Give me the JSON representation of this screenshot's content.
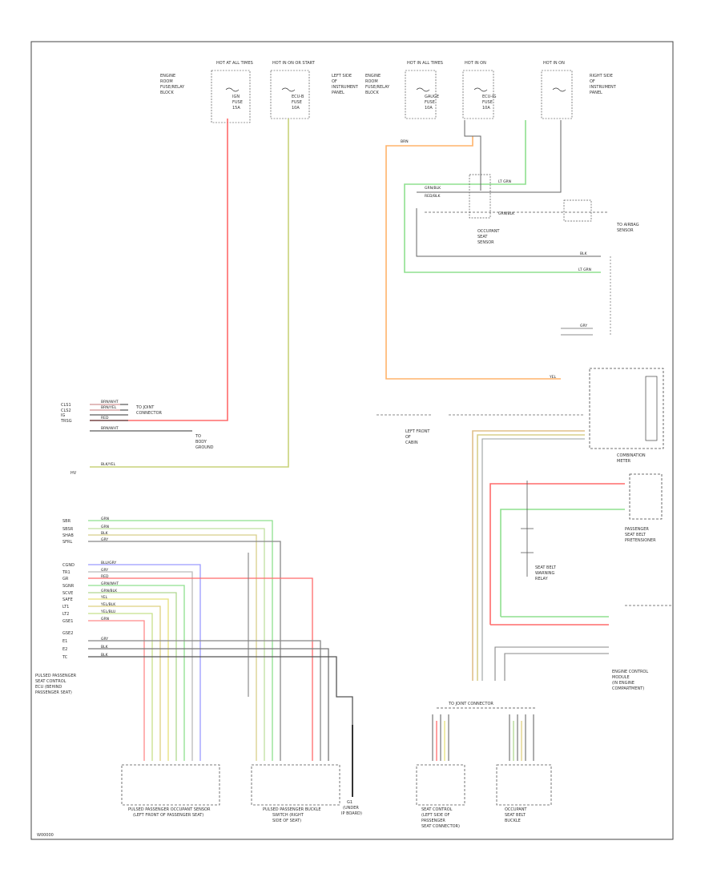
{
  "diagram": {
    "footer_code": "W00000",
    "hot_labels": [
      "HOT AT ALL TIMES",
      "HOT IN ON OR START",
      "HOT IN ALL TIMES",
      "HOT IN ON",
      "HOT IN ON"
    ],
    "fuse_labels": [
      [
        "ENGINE",
        "ROOM",
        "FUSE/RELAY",
        "BLOCK"
      ],
      [
        "IGN",
        "FUSE",
        "15A"
      ],
      [
        "ECU-B",
        "FUSE",
        "10A"
      ],
      [
        "GAUGE",
        "FUSE",
        "10A"
      ],
      [
        "ECU-IG",
        "FUSE",
        "10A"
      ]
    ],
    "top_notes": [
      [
        "LEFT SIDE",
        "OF",
        "INSTRUMENT",
        "PANEL"
      ],
      [
        "ENGINE",
        "ROOM",
        "FUSE/RELAY",
        "BLOCK"
      ],
      [
        "RIGHT SIDE",
        "OF",
        "INSTRUMENT",
        "PANEL"
      ]
    ],
    "left_connector": {
      "pins": [
        "CLS1",
        "CLS2",
        "IG",
        "TRSG",
        "HV"
      ],
      "wires": [
        "BRN/WHT",
        "BRN/YEL",
        "RED",
        "BRN/WHT",
        "BLK/YEL"
      ],
      "note": [
        "TO JOINT",
        "CONNECTOR"
      ],
      "note2": [
        "TO",
        "BODY",
        "GROUND"
      ]
    },
    "left_ecu_pins": [
      "SBR",
      "SBSR",
      "SHAB",
      "SFRL",
      "CGND",
      "TR1",
      "GR",
      "SGNR",
      "SCVE",
      "SAFE",
      "LT1",
      "LT2",
      "GSE1",
      "GSE2",
      "E1",
      "E2",
      "TC"
    ],
    "left_ecu_wires": [
      "GRN",
      "GRN",
      "BLK",
      "GRY",
      "BLU/GRY",
      "GRY",
      "RED",
      "GRN/WHT",
      "GRN/BLK",
      "YEL",
      "YEL/BLK",
      "YEL/BLU",
      "GRN",
      "GRY",
      "BLK",
      "BLK"
    ],
    "left_ecu_name": [
      "PULSED PASSENGER",
      "SEAT CONTROL",
      "ECU (BEHIND",
      "PASSENGER SEAT)"
    ],
    "bottom_components": [
      [
        "PULSED PASSENGER OCCUPANT SENSOR",
        "(LEFT FRONT OF PASSENGER SEAT)"
      ],
      [
        "PULSED PASSENGER BUCKLE",
        "SWITCH (RIGHT",
        "SIDE OF SEAT)"
      ],
      [
        "G1",
        "(UNDER",
        "IP BOARD)"
      ],
      [
        "SEAT CONTROL",
        "(LEFT SIDE OF",
        "PASSENGER",
        "SEAT CONNECTOR)"
      ],
      [
        "OCCUPANT",
        "SEAT BELT",
        "BUCKLE"
      ]
    ],
    "right_components": [
      [
        "OCCUPANT",
        "SEAT",
        "SENSOR"
      ],
      [
        "TO AIRBAG",
        "SENSOR"
      ],
      [
        "COMBINATION",
        "METER"
      ],
      [
        "PASSENGER",
        "SEAT BELT",
        "PRETENSIONER"
      ],
      [
        "ENGINE CONTROL",
        "MODULE",
        "(IN ENGINE",
        "COMPARTMENT)"
      ],
      [
        "SEAT BELT",
        "WARNING",
        "RELAY"
      ],
      [
        "LEFT FRONT",
        "OF",
        "CABIN"
      ]
    ],
    "right_wire_labels": [
      "GRN/BLK",
      "LT GRN",
      "RED/BLK",
      "GRN/BLK",
      "LT GRN",
      "BLK",
      "GRY",
      "YEL",
      "BRN"
    ],
    "junction_labels": [
      "TO JOINT CONNECTOR"
    ]
  }
}
